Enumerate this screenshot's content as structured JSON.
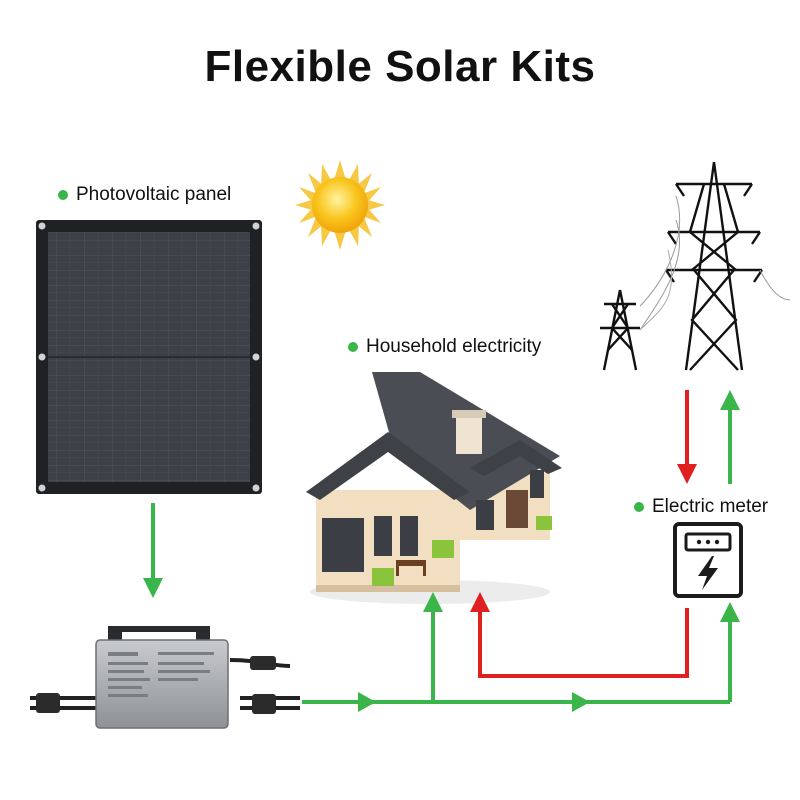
{
  "title": "Flexible Solar Kits",
  "labels": {
    "pv_panel": "Photovoltaic panel",
    "household": "Household electricity",
    "meter": "Electric meter"
  },
  "colors": {
    "bullet": "#3ab54a",
    "flow_green": "#3ab54a",
    "flow_red": "#e02020",
    "panel": "#3c3f44",
    "roof": "#4b4f55",
    "wall": "#f2dfc2",
    "sun": "#f7c31b"
  },
  "icons": [
    "sun-icon",
    "solar-panel-icon",
    "house-icon",
    "power-tower-icon",
    "electric-meter-icon",
    "microinverter-icon"
  ]
}
